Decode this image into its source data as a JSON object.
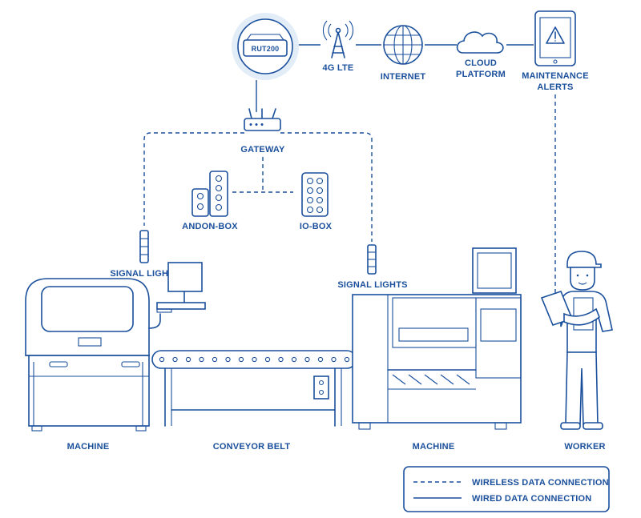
{
  "nodes": {
    "router": "RUT200",
    "lte": "4G LTE",
    "internet": "INTERNET",
    "cloud_line1": "CLOUD",
    "cloud_line2": "PLATFORM",
    "alerts_line1": "MAINTENANCE",
    "alerts_line2": "ALERTS",
    "gateway": "GATEWAY",
    "andon": "ANDON-BOX",
    "iobox": "IO-BOX",
    "signal_left": "SIGNAL LIGHTS",
    "signal_right": "SIGNAL LIGHTS",
    "machine_left": "MACHINE",
    "conveyor": "CONVEYOR BELT",
    "machine_right": "MACHINE",
    "worker": "WORKER"
  },
  "legend": {
    "wireless": "WIRELESS DATA CONNECTION",
    "wired": "WIRED DATA CONNECTION"
  },
  "colors": {
    "line": "#1a4f9c",
    "halo": "#e3edf8",
    "background": "#ffffff"
  }
}
